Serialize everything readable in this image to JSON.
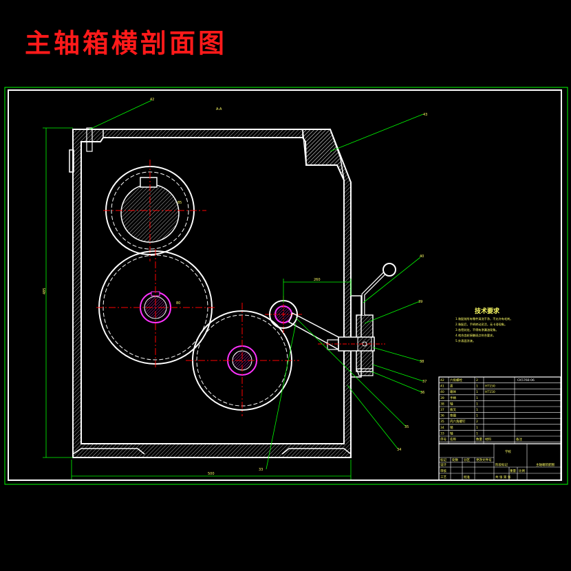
{
  "title": "主轴箱横剖面图",
  "colors": {
    "background": "#000000",
    "title": "#ff1a1a",
    "outline": "#ffffff",
    "dimension": "#00ff00",
    "centerline": "#ff0000",
    "hatch": "#ff33ff",
    "text": "#ffff66"
  },
  "view_label": "A-A",
  "dimensions": {
    "width": "500",
    "height": "485",
    "offset": "260",
    "gear_tooth": "80",
    "dia_label": "85"
  },
  "callouts": [
    "42",
    "43",
    "40",
    "39",
    "38",
    "37",
    "36",
    "35",
    "34",
    "33"
  ],
  "technical_notes": {
    "title": "技术要求",
    "lines": [
      "1.装配前所有零件清洗干净，不允许有毛刺。",
      "2.装配后，手柄转动灵活，无卡滞现象。",
      "3.各密封处，不得有渗漏油现象。",
      "4.啮合齿轮接触斑点符合要求。",
      "5.外表面涂漆。"
    ]
  },
  "parts_table": {
    "rows": [
      [
        "42",
        "六角螺栓",
        "2",
        "",
        ""
      ],
      [
        "41",
        "盖",
        "1",
        "HT150",
        ""
      ],
      [
        "40",
        "箱体",
        "1",
        "HT150",
        ""
      ],
      [
        "39",
        "手柄",
        "1",
        "",
        ""
      ],
      [
        "38",
        "轴",
        "1",
        "",
        ""
      ],
      [
        "37",
        "拨叉",
        "1",
        "",
        ""
      ],
      [
        "36",
        "垫圈",
        "1",
        "",
        ""
      ],
      [
        "35",
        "内六角螺钉",
        "2",
        "",
        ""
      ],
      [
        "34",
        "销",
        "1",
        "",
        ""
      ],
      [
        "33",
        "轴",
        "1",
        "",
        ""
      ]
    ],
    "header": [
      "序号",
      "名称",
      "数量",
      "材料",
      "备注"
    ],
    "drawing_no": "CK5760-06"
  },
  "title_block": {
    "name": "主轴箱装配图",
    "rows": [
      "标记",
      "处数",
      "分区",
      "更改文件号",
      "签名",
      "年月日"
    ],
    "design": "设计",
    "check": "审核",
    "process": "工艺",
    "approve": "批准",
    "stage": "阶段标记",
    "weight": "重量",
    "scale": "比例",
    "sheet": "共 张  第 张",
    "unit": "学校"
  }
}
